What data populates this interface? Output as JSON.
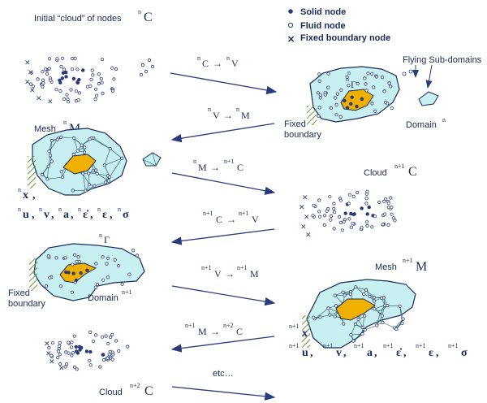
{
  "legend": {
    "solid": "Solid node",
    "fluid": "Fluid node",
    "fixed": "Fixed boundary node"
  },
  "titles": {
    "initial_cloud": "Initial “cloud” of nodes",
    "flying": "Flying Sub-domains",
    "domain": "Domain",
    "mesh": "Mesh",
    "cloud": "Cloud",
    "fixed1": "Fixed",
    "fixed2": "boundary",
    "etc": "etc…"
  },
  "symbols": {
    "n": "n",
    "n1": "n+1",
    "n2": "n+2",
    "C": "C",
    "V": "V",
    "M": "M",
    "Gamma": "Γ",
    "arrow": "→",
    "x": "x",
    "u": "u",
    "v": "v",
    "a": "a",
    "epsdot": "ε̇",
    "eps": "ε",
    "sigma": "σ",
    "comma": ","
  },
  "colors": {
    "fluid_fill": "#c8f0f0",
    "solid_fill": "#f0b000",
    "mesh_line": "#1a5a5a",
    "node_dark": "#2a3a7a",
    "arrow": "#2a3a7a",
    "hatch": "#6a9a3a"
  }
}
